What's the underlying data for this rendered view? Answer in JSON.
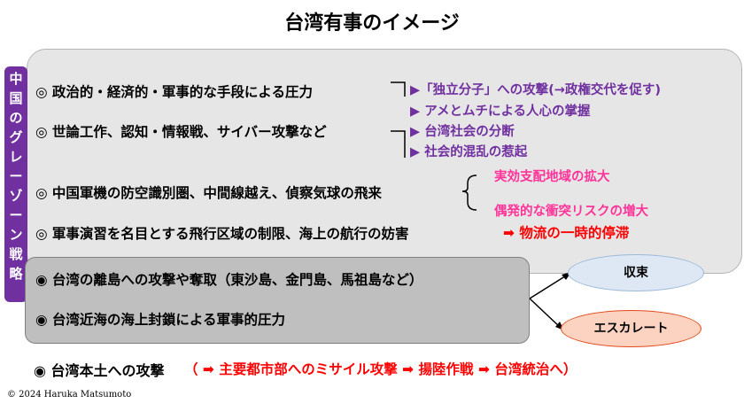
{
  "title": "台湾有事のイメージ",
  "side_label": [
    "中",
    "国",
    "の",
    "グ",
    "レ",
    "ー",
    "ゾ",
    "ー",
    "ン",
    "戦",
    "略"
  ],
  "rows": {
    "r1": "◎ 政治的・経済的・軍事的な手段による圧力",
    "r2": "◎ 世論工作、認知・情報戦、サイバー攻撃など",
    "r3": "◎ 中国軍機の防空識別圏、中間線越え、偵察気球の飛来",
    "r4": "◎ 軍事演習を名目とする飛行区域の制限、海上の航行の妨害",
    "r4_result": "➡ 物流の一時的停滞",
    "r5": "◉ 台湾の離島への攻撃や奪取（東沙島、金門島、馬祖島など）",
    "r6": "◉ 台湾近海の海上封鎖による軍事的圧力",
    "r7": "◉ 台湾本土への攻撃",
    "r7_detail": "（ ➡ 主要都市部へのミサイル攻撃 ➡ 揚陸作戦 ➡ 台湾統治へ）"
  },
  "purple_items": [
    "▶「独立分子」への攻撃(→政権交代を促す)",
    "▶ アメとムチによる人心の掌握",
    "▶ 台湾社会の分断",
    "▶ 社会的混乱の惹起"
  ],
  "pink_items": [
    "実効支配地域の拡大",
    "偶発的な衝突リスクの増大"
  ],
  "outcomes": {
    "converge": "収束",
    "escalate": "エスカレート"
  },
  "copyright": "© 2024 Haruka Matsumoto",
  "colors": {
    "purple": "#7030a0",
    "pink": "#ff3399",
    "red": "#ff0000"
  }
}
